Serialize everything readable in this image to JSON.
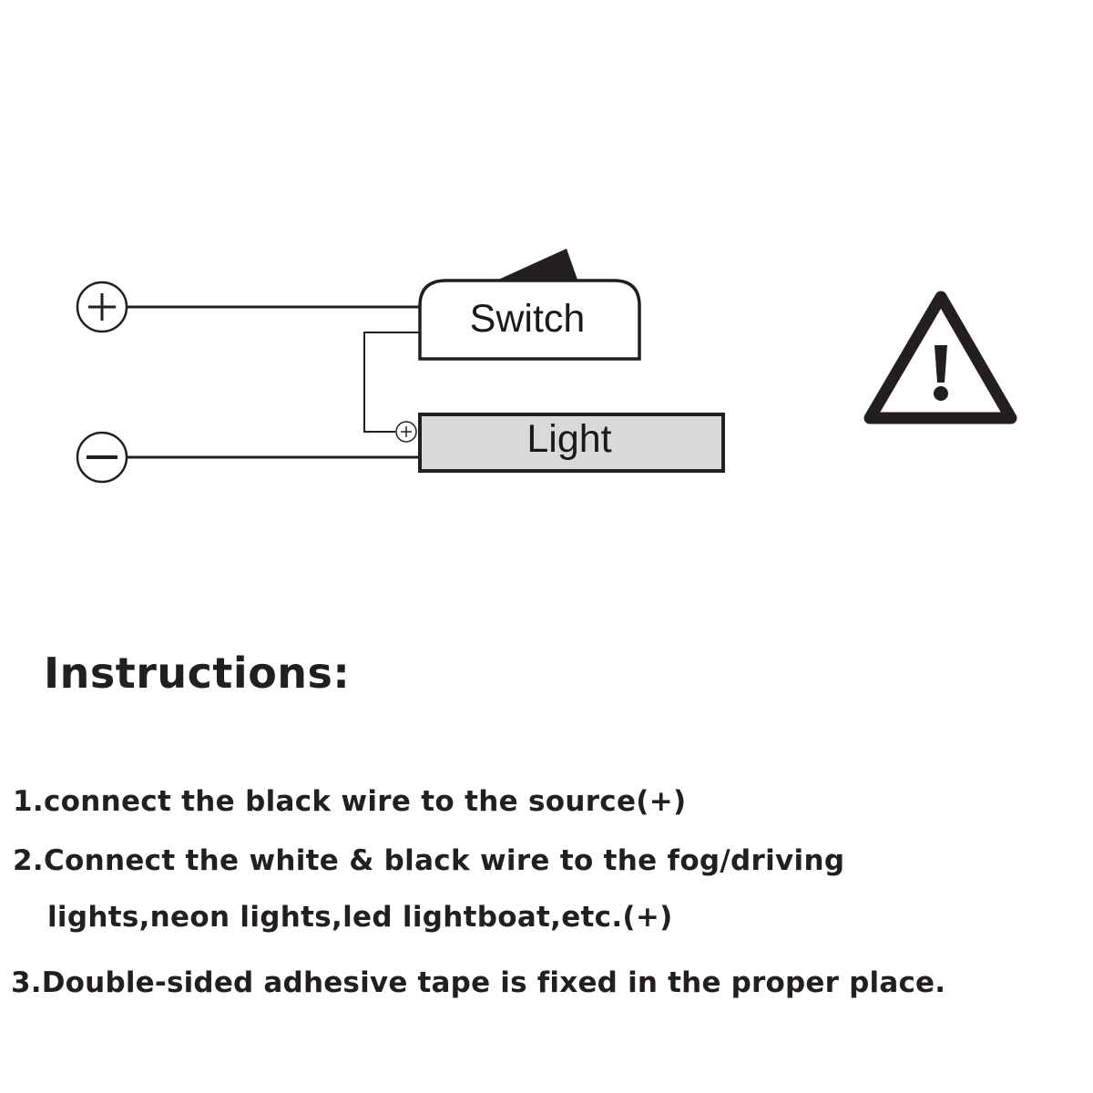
{
  "diagram": {
    "positive_terminal": "+",
    "negative_terminal": "−",
    "switch_label": "Switch",
    "light_label": "Light",
    "light_terminal": "+",
    "colors": {
      "line": "#231f20",
      "light_fill": "#d9d9d9",
      "background": "#ffffff"
    }
  },
  "warning_icon": "warning-triangle-icon",
  "instructions": {
    "heading": "Instructions:",
    "step1": "1.connect the black wire to the source(+)",
    "step2_line1": "2.Connect the white & black wire to the fog/driving",
    "step2_line2": "lights,neon lights,led lightboat,etc.(+)",
    "step3": "3.Double-sided adhesive tape is fixed in the proper place."
  }
}
